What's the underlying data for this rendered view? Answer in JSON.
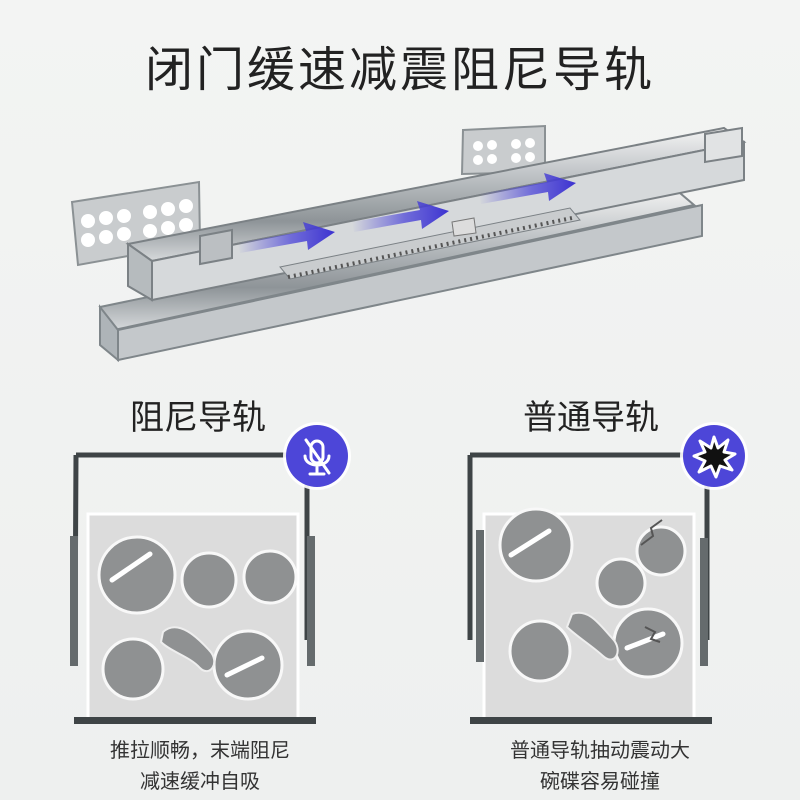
{
  "title": "闭门缓速减震阻尼导轨",
  "left": {
    "label": "阻尼导轨",
    "icon": "mute-microphone-icon",
    "caption_line1": "推拉顺畅，末端阻尼",
    "caption_line2": "减速缓冲自吸"
  },
  "right": {
    "label": "普通导轨",
    "icon": "impact-burst-icon",
    "caption_line1": "普通导轨抽动震动大",
    "caption_line2": "碗碟容易碰撞"
  },
  "colors": {
    "accent": "#4d46d8",
    "frame": "#3e4446",
    "panel": "#dedede",
    "pot": "#8f9192"
  }
}
